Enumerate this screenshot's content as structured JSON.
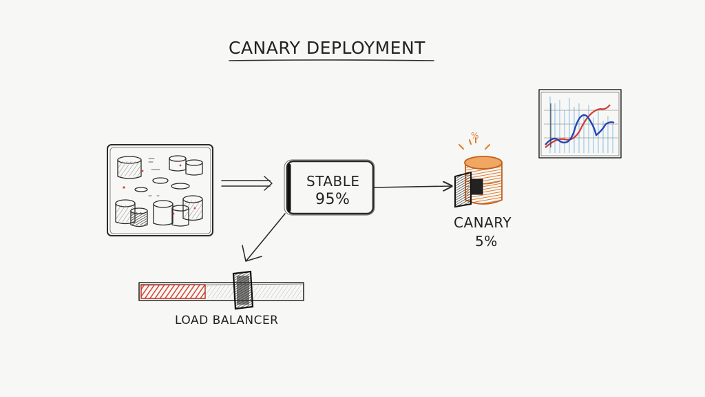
{
  "diagram": {
    "title": "CANARY DEPLOYMENT",
    "stable": {
      "label": "STABLE",
      "percent": "95%"
    },
    "canary": {
      "label": "CANARY",
      "percent": "5%",
      "marker": "%"
    },
    "load_balancer": {
      "label": "LOAD BALANCER",
      "canary_share": 0.05,
      "fill_fraction": 0.4
    },
    "icons": {
      "servers": "server-cluster-icon",
      "stable": "stable-box-icon",
      "canary": "canary-cylinder-icon",
      "chart": "metrics-chart-icon",
      "slider": "slider-handle-icon"
    },
    "colors": {
      "pencil": "#2a2a2a",
      "canary_orange": "#e07a2a",
      "lb_red": "#d9412b",
      "chart_blue": "#2545b5",
      "chart_red": "#d63a2a",
      "chart_lightblue": "#8fc4e8"
    }
  }
}
